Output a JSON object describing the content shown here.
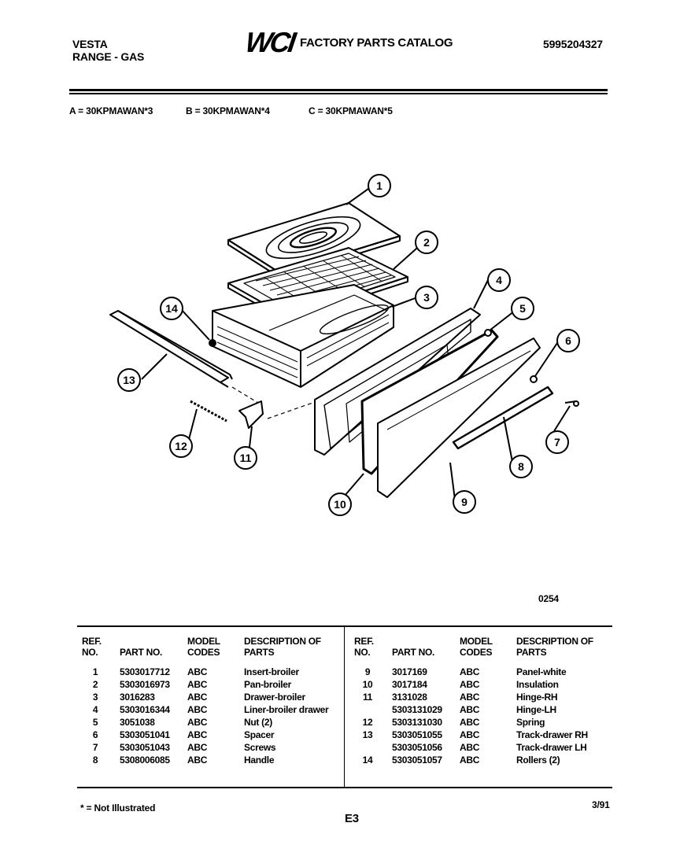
{
  "header": {
    "brand": "VESTA",
    "product": "RANGE - GAS",
    "logo_text": "WCI",
    "catalog_title": "FACTORY PARTS CATALOG",
    "catalog_number": "5995204327"
  },
  "models": {
    "a": "A = 30KPMAWAN*3",
    "b": "B = 30KPMAWAN*4",
    "c": "C = 30KPMAWAN*5"
  },
  "diagram": {
    "figure_code": "0254",
    "callouts": [
      "1",
      "2",
      "3",
      "4",
      "5",
      "6",
      "7",
      "8",
      "9",
      "10",
      "11",
      "12",
      "13",
      "14"
    ]
  },
  "table": {
    "headers": {
      "ref": "REF. NO.",
      "part": "PART NO.",
      "model": "MODEL CODES",
      "desc": "DESCRIPTION OF PARTS"
    },
    "left_rows": [
      {
        "ref": "1",
        "part": "5303017712",
        "model": "ABC",
        "desc": "Insert-broiler"
      },
      {
        "ref": "2",
        "part": "5303016973",
        "model": "ABC",
        "desc": "Pan-broiler"
      },
      {
        "ref": "3",
        "part": "3016283",
        "model": "ABC",
        "desc": "Drawer-broiler"
      },
      {
        "ref": "4",
        "part": "5303016344",
        "model": "ABC",
        "desc": "Liner-broiler drawer"
      },
      {
        "ref": "5",
        "part": "3051038",
        "model": "ABC",
        "desc": "Nut (2)"
      },
      {
        "ref": "6",
        "part": "5303051041",
        "model": "ABC",
        "desc": "Spacer"
      },
      {
        "ref": "7",
        "part": "5303051043",
        "model": "ABC",
        "desc": "Screws"
      },
      {
        "ref": "8",
        "part": "5308006085",
        "model": "ABC",
        "desc": "Handle"
      }
    ],
    "right_rows": [
      {
        "ref": "9",
        "part": "3017169",
        "model": "ABC",
        "desc": "Panel-white"
      },
      {
        "ref": "10",
        "part": "3017184",
        "model": "ABC",
        "desc": "Insulation"
      },
      {
        "ref": "11",
        "part": "3131028",
        "model": "ABC",
        "desc": "Hinge-RH"
      },
      {
        "ref": "",
        "part": "5303131029",
        "model": "ABC",
        "desc": "Hinge-LH"
      },
      {
        "ref": "12",
        "part": "5303131030",
        "model": "ABC",
        "desc": "Spring"
      },
      {
        "ref": "13",
        "part": "5303051055",
        "model": "ABC",
        "desc": "Track-drawer RH"
      },
      {
        "ref": "",
        "part": "5303051056",
        "model": "ABC",
        "desc": "Track-drawer LH"
      },
      {
        "ref": "14",
        "part": "5303051057",
        "model": "ABC",
        "desc": "Rollers (2)"
      }
    ]
  },
  "footer": {
    "note": "* = Not Illustrated",
    "page": "E3",
    "date": "3/91"
  }
}
